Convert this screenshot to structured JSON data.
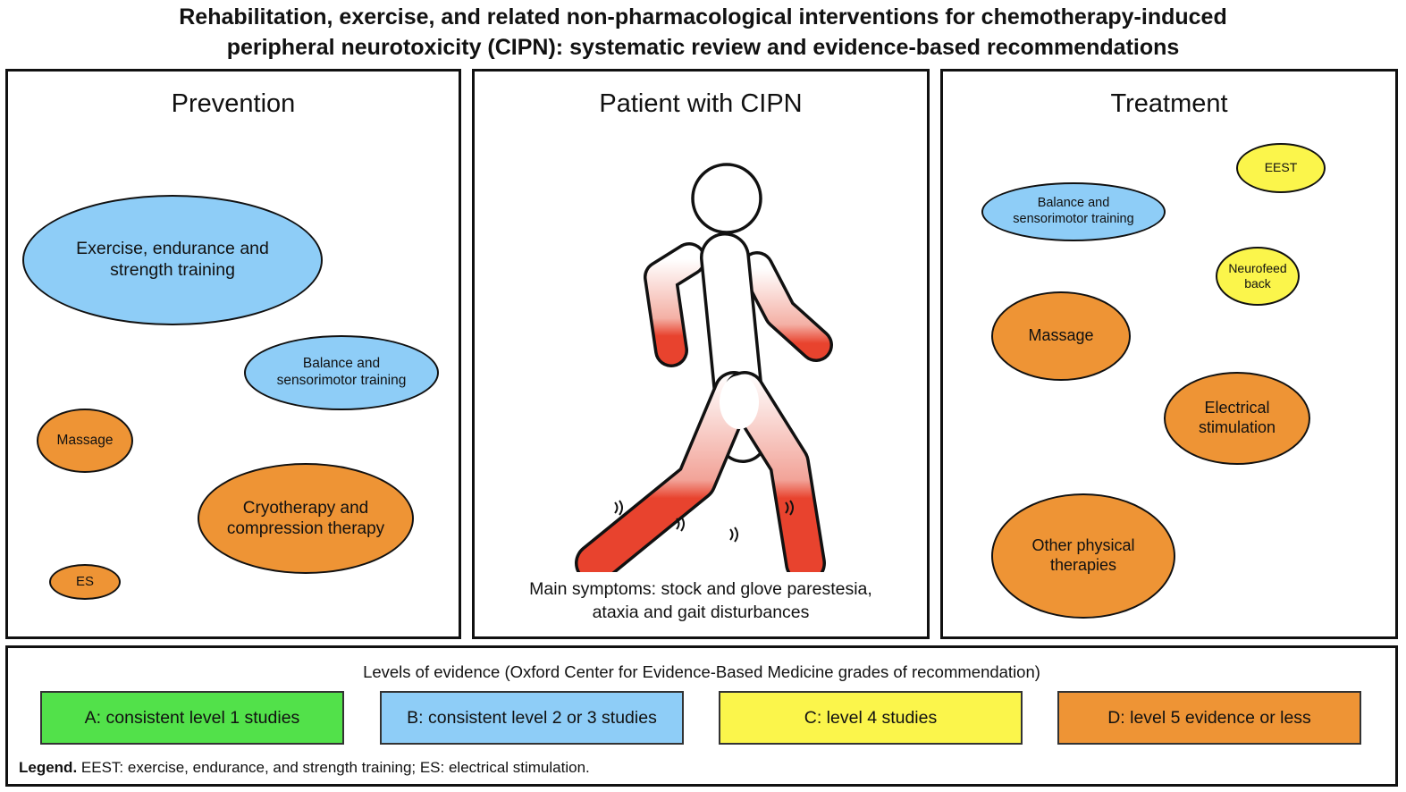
{
  "title": {
    "line1": "Rehabilitation, exercise, and related non-pharmacological interventions for chemotherapy-induced",
    "line2": "peripheral neurotoxicity (CIPN): systematic review and evidence-based recommendations"
  },
  "prevention": {
    "heading": "Prevention",
    "interventions": [
      {
        "line1": "Exercise, endurance and",
        "line2": "strength training",
        "grade": "B"
      },
      {
        "line1": "Balance and",
        "line2": "sensorimotor training",
        "grade": "B"
      },
      {
        "line1": "Massage",
        "line2": "",
        "grade": "D"
      },
      {
        "line1": "Cryotherapy and",
        "line2": "compression therapy",
        "grade": "D"
      },
      {
        "line1": "ES",
        "line2": "",
        "grade": "D"
      }
    ]
  },
  "patient": {
    "heading": "Patient with CIPN",
    "symptoms_line1": "Main symptoms: stock and glove parestesia,",
    "symptoms_line2": "ataxia and gait disturbances"
  },
  "treatment": {
    "heading": "Treatment",
    "interventions": [
      {
        "line1": "EEST",
        "line2": "",
        "grade": "C"
      },
      {
        "line1": "Balance and",
        "line2": "sensorimotor training",
        "grade": "B"
      },
      {
        "line1": "Neurofeed",
        "line2": "back",
        "grade": "C"
      },
      {
        "line1": "Massage",
        "line2": "",
        "grade": "D"
      },
      {
        "line1": "Electrical",
        "line2": "stimulation",
        "grade": "D"
      },
      {
        "line1": "Other physical",
        "line2": "therapies",
        "grade": "D"
      }
    ]
  },
  "levels": {
    "title": "Levels of evidence (Oxford Center for Evidence-Based Medicine grades of recommendation)",
    "grades": [
      {
        "label": "A: consistent level 1 studies",
        "color": "#52e14a"
      },
      {
        "label": "B: consistent level 2 or 3 studies",
        "color": "#8ecdf7"
      },
      {
        "label": "C: level 4 studies",
        "color": "#fbf54b"
      },
      {
        "label": "D: level 5 evidence or less",
        "color": "#ee9435"
      }
    ]
  },
  "legend": {
    "bold": "Legend.",
    "text": "EEST: exercise, endurance, and strength training; ES: electrical stimulation."
  },
  "colors": {
    "symptom_red": "#e8432e",
    "outline": "#111111"
  }
}
